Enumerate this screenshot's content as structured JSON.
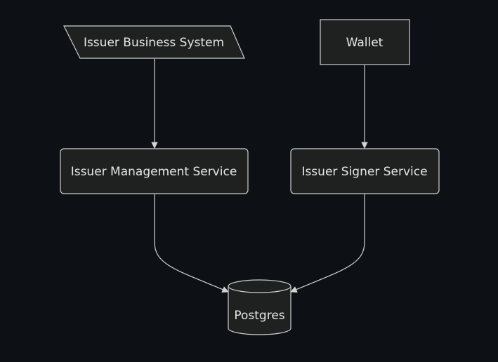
{
  "diagram": {
    "nodes": [
      {
        "id": "issuer_business_system",
        "label": "Issuer Business System",
        "shape": "parallelogram"
      },
      {
        "id": "wallet",
        "label": "Wallet",
        "shape": "rectangle"
      },
      {
        "id": "issuer_management_service",
        "label": "Issuer Management Service",
        "shape": "rounded-rectangle"
      },
      {
        "id": "issuer_signer_service",
        "label": "Issuer Signer Service",
        "shape": "rounded-rectangle"
      },
      {
        "id": "postgres",
        "label": "Postgres",
        "shape": "cylinder"
      }
    ],
    "edges": [
      {
        "from": "issuer_business_system",
        "to": "issuer_management_service"
      },
      {
        "from": "wallet",
        "to": "issuer_signer_service"
      },
      {
        "from": "issuer_management_service",
        "to": "postgres"
      },
      {
        "from": "issuer_signer_service",
        "to": "postgres"
      }
    ],
    "colors": {
      "background": "#0d1015",
      "node_fill": "#1f2020",
      "node_stroke": "#cfcfcf",
      "edge": "#d3d3d3",
      "text": "#e6e6e6"
    }
  }
}
